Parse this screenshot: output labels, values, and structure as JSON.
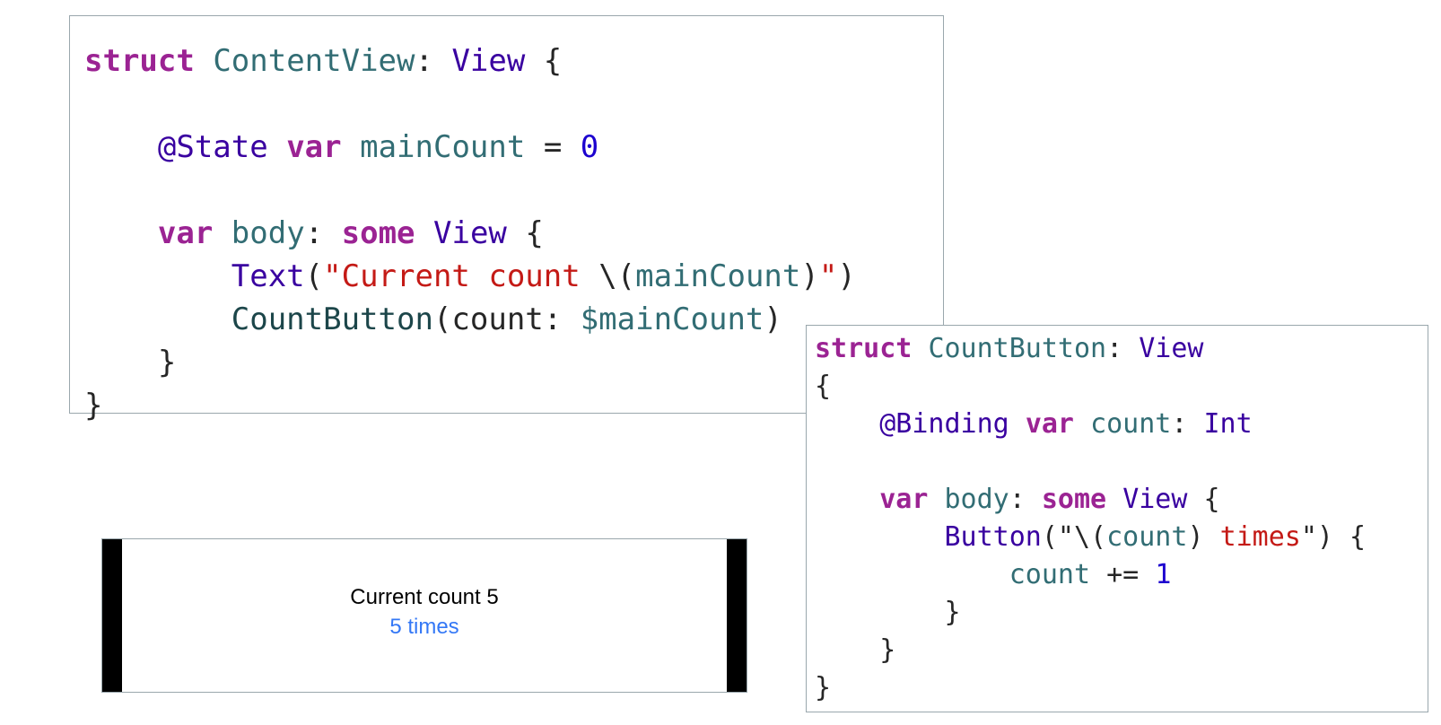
{
  "content_view_code": {
    "lines": [
      [
        {
          "t": "struct",
          "c": "kw"
        },
        {
          "t": " ",
          "c": "pl"
        },
        {
          "t": "ContentView",
          "c": "id"
        },
        {
          "t": ": ",
          "c": "pl"
        },
        {
          "t": "View",
          "c": "ty"
        },
        {
          "t": " {",
          "c": "pl"
        }
      ],
      [],
      [
        {
          "t": "    ",
          "c": "pl"
        },
        {
          "t": "@State",
          "c": "ty"
        },
        {
          "t": " ",
          "c": "pl"
        },
        {
          "t": "var",
          "c": "kw"
        },
        {
          "t": " ",
          "c": "pl"
        },
        {
          "t": "mainCount",
          "c": "id"
        },
        {
          "t": " = ",
          "c": "pl"
        },
        {
          "t": "0",
          "c": "num"
        }
      ],
      [],
      [
        {
          "t": "    ",
          "c": "pl"
        },
        {
          "t": "var",
          "c": "kw"
        },
        {
          "t": " ",
          "c": "pl"
        },
        {
          "t": "body",
          "c": "id"
        },
        {
          "t": ": ",
          "c": "pl"
        },
        {
          "t": "some",
          "c": "kw"
        },
        {
          "t": " ",
          "c": "pl"
        },
        {
          "t": "View",
          "c": "ty"
        },
        {
          "t": " {",
          "c": "pl"
        }
      ],
      [
        {
          "t": "        ",
          "c": "pl"
        },
        {
          "t": "Text",
          "c": "ty"
        },
        {
          "t": "(",
          "c": "pl"
        },
        {
          "t": "\"Current count ",
          "c": "str"
        },
        {
          "t": "\\(",
          "c": "pl"
        },
        {
          "t": "mainCount",
          "c": "id"
        },
        {
          "t": ")",
          "c": "pl"
        },
        {
          "t": "\"",
          "c": "str"
        },
        {
          "t": ")",
          "c": "pl"
        }
      ],
      [
        {
          "t": "        ",
          "c": "pl"
        },
        {
          "t": "CountButton",
          "c": "fn"
        },
        {
          "t": "(count: ",
          "c": "pl"
        },
        {
          "t": "$mainCount",
          "c": "id"
        },
        {
          "t": ")",
          "c": "pl"
        }
      ],
      [
        {
          "t": "    }",
          "c": "pl"
        }
      ],
      [
        {
          "t": "}",
          "c": "pl"
        }
      ]
    ]
  },
  "count_button_code": {
    "lines": [
      [
        {
          "t": "struct",
          "c": "kw"
        },
        {
          "t": " ",
          "c": "pl"
        },
        {
          "t": "CountButton",
          "c": "id"
        },
        {
          "t": ": ",
          "c": "pl"
        },
        {
          "t": "View",
          "c": "ty"
        }
      ],
      [
        {
          "t": "{",
          "c": "pl"
        }
      ],
      [
        {
          "t": "    ",
          "c": "pl"
        },
        {
          "t": "@Binding",
          "c": "ty"
        },
        {
          "t": " ",
          "c": "pl"
        },
        {
          "t": "var",
          "c": "kw"
        },
        {
          "t": " ",
          "c": "pl"
        },
        {
          "t": "count",
          "c": "id"
        },
        {
          "t": ": ",
          "c": "pl"
        },
        {
          "t": "Int",
          "c": "ty"
        }
      ],
      [],
      [
        {
          "t": "    ",
          "c": "pl"
        },
        {
          "t": "var",
          "c": "kw"
        },
        {
          "t": " ",
          "c": "pl"
        },
        {
          "t": "body",
          "c": "id"
        },
        {
          "t": ": ",
          "c": "pl"
        },
        {
          "t": "some",
          "c": "kw"
        },
        {
          "t": " ",
          "c": "pl"
        },
        {
          "t": "View",
          "c": "ty"
        },
        {
          "t": " {",
          "c": "pl"
        }
      ],
      [
        {
          "t": "        ",
          "c": "pl"
        },
        {
          "t": "Button",
          "c": "ty"
        },
        {
          "t": "(\"\\(",
          "c": "pl"
        },
        {
          "t": "count",
          "c": "id"
        },
        {
          "t": ") ",
          "c": "pl"
        },
        {
          "t": "times",
          "c": "str"
        },
        {
          "t": "\") {",
          "c": "pl"
        }
      ],
      [
        {
          "t": "            ",
          "c": "pl"
        },
        {
          "t": "count",
          "c": "id"
        },
        {
          "t": " += ",
          "c": "pl"
        },
        {
          "t": "1",
          "c": "num"
        }
      ],
      [
        {
          "t": "        }",
          "c": "pl"
        }
      ],
      [
        {
          "t": "    }",
          "c": "pl"
        }
      ],
      [
        {
          "t": "}",
          "c": "pl"
        }
      ]
    ]
  },
  "preview": {
    "label": "Current count 5",
    "button_label": "5 times"
  },
  "colors": {
    "keyword": "#9b2393",
    "type": "#3900a0",
    "identifier": "#326d74",
    "string": "#c41a16",
    "number": "#1c00cf",
    "plain": "#262626",
    "button": "#3478f6"
  }
}
